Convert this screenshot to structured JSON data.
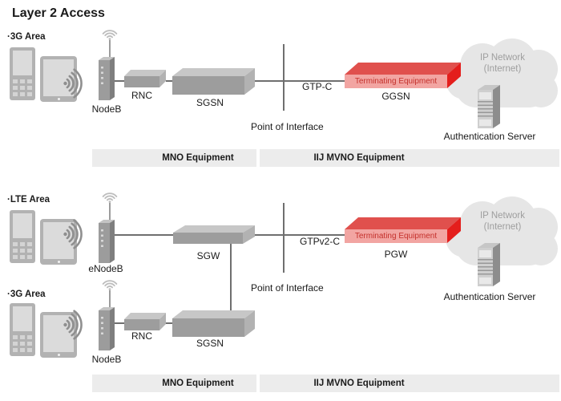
{
  "title": "Layer 2 Access",
  "top": {
    "area": "·3G Area",
    "nodeb": "NodeB",
    "rnc": "RNC",
    "sgsn": "SGSN",
    "protocol": "GTP-C",
    "poi": "Point of Interface",
    "terminating": "Terminating Equipment",
    "gateway": "GGSN",
    "cloud_line1": "IP Network",
    "cloud_line2": "(Internet)",
    "auth": "Authentication Server",
    "bar_mno": "MNO Equipment",
    "bar_mvno": "IIJ MVNO Equipment"
  },
  "bottom": {
    "area_lte": "·LTE Area",
    "area_3g": "·3G Area",
    "enodeb": "eNodeB",
    "sgw": "SGW",
    "nodeb": "NodeB",
    "rnc": "RNC",
    "sgsn": "SGSN",
    "protocol": "GTPv2-C",
    "poi": "Point of Interface",
    "terminating": "Terminating Equipment",
    "gateway": "PGW",
    "cloud_line1": "IP Network",
    "cloud_line2": "(Internet)",
    "auth": "Authentication Server",
    "bar_mno": "MNO Equipment",
    "bar_mvno": "IIJ MVNO Equipment"
  },
  "colors": {
    "red_front": "#f2a5a2",
    "red_top": "#e0504d",
    "red_side": "#e41e1c",
    "terminating_text": "#c4302b",
    "gray_front": "#9d9d9d",
    "gray_top": "#c7c7c7",
    "gray_side": "#b2b2b2",
    "line": "#6f6f6f",
    "bar_bg": "#ececec",
    "cloud_bg": "#e6e6e6",
    "cloud_text": "#9e9e9e"
  }
}
